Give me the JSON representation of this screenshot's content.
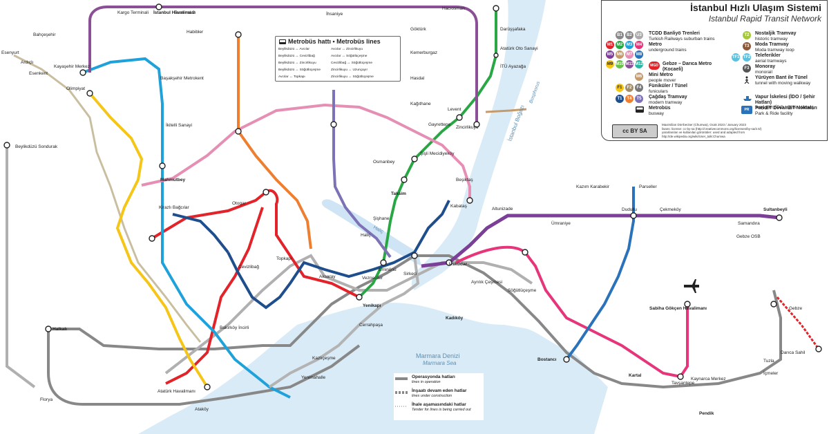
{
  "title": "İstanbul Hızlı Ulaşım Sistemi",
  "subtitle": "Istanbul Rapid Transit Network",
  "colors": {
    "M1": "#e3232a",
    "M2": "#29a745",
    "M3": "#1fa1da",
    "M4": "#e6357a",
    "M5": "#7b3f98",
    "M6": "#c49a6c",
    "M7": "#e58fb4",
    "M8": "#2a72b9",
    "M9": "#f5c518",
    "T1": "#1f4e8c",
    "T4": "#ee7f30",
    "T5": "#7d72b6",
    "metrobus": "#777777",
    "marmaray": "#555555",
    "tcdd": "#9b9b9b",
    "sea": "#d9ebf7",
    "golden_horn": "#cfe4f4"
  },
  "legend": {
    "items": [
      {
        "badges": [
          "B1",
          "B2",
          "U3"
        ],
        "label": "TCDD Banliyö Trenleri",
        "desc": "Turkish Railways suburban trains"
      },
      {
        "badges": [
          "M1",
          "M2",
          "M3",
          "M4",
          "M5",
          "M6",
          "M7",
          "M8",
          "M9",
          "M10",
          "M11",
          "M12"
        ],
        "label": "Metro",
        "desc": "underground trains"
      },
      {
        "badges": [
          "MGD"
        ],
        "label": "Gebze – Darıca Metro (Kocaeli)",
        "desc": ""
      },
      {
        "badges": [
          "M6"
        ],
        "label": "Mini Metro",
        "desc": "people mover"
      },
      {
        "badges": [
          "F1",
          "F2",
          "F4"
        ],
        "label": "Füniküler / Tünel",
        "desc": "funiculars"
      },
      {
        "badges": [
          "T1",
          "T4",
          "T5"
        ],
        "label": "Çağdaş Tramvay",
        "desc": "modern tramway"
      },
      {
        "badges": [
          "mb"
        ],
        "label": "Metrobüs",
        "desc": "busway"
      },
      {
        "badges": [
          "T2"
        ],
        "label": "Nostaljik Tramvay",
        "desc": "historic tramway"
      },
      {
        "badges": [
          "T3"
        ],
        "label": "Moda Tramvay",
        "desc": "Moda tramway loop"
      },
      {
        "badges": [
          "TF1",
          "TF2"
        ],
        "label": "Teleferikler",
        "desc": "aerial tramways"
      },
      {
        "badges": [
          "F3"
        ],
        "label": "Monoray",
        "desc": "monorail"
      },
      {
        "badges": [
          "walk"
        ],
        "label": "Yürüyen Bant ile Tünel",
        "desc": "tunnel with moving walkway"
      },
      {
        "badges": [
          "ferry"
        ],
        "label": "Vapur İskelesi (İDO / Şehir Hatları)",
        "desc": "ferry pier (İDO / Şehir Hatları)"
      },
      {
        "badges": [
          "PR"
        ],
        "label": "ParkET DevamET Noktaları",
        "desc": "Park & Ride facility"
      }
    ]
  },
  "license": "Maximilian Dörrbecker (Chumwa), Ocak 2023 / January 2023\nlisans: license: cc-by-sa (http://creativecommons.org/licenses/by-sa/2.5/)\nyararlanılan ve kullanılan görüntüler: used and adapted from\nhttp://de.wikipedia.org/wiki/User_talk:Chumwa",
  "metrobus_legend": {
    "title": "Metrobüs hattı • Metrobüs lines",
    "rows": [
      [
        "Beylikdüzü ↔ Avcılar",
        "Avcılar ↔ Zincirlikuyu"
      ],
      [
        "Beylikdüzü ↔ Cevizlibağ",
        "Avcılar ↔ Söğütlüçeşme"
      ],
      [
        "Beylikdüzü ↔ Zincirlikuyu",
        "Cevizlibağ ↔ Söğütlüçeşme"
      ],
      [
        "Beylikdüzü ↔ Söğütlüçeşme",
        "Zincirlikuyu ↔ Uzunçayır"
      ],
      [
        "Avcılar ↔ Topkapı",
        "Zincirlikuyu ↔ Söğütlüçeşme"
      ]
    ]
  },
  "bottom_legend": {
    "items": [
      {
        "label": "Operasyonda hatları",
        "desc": "lines in operation"
      },
      {
        "label": "İnşaatı devam eden hatlar",
        "desc": "lines under construction"
      },
      {
        "label": "İhale aşamasındaki hatlar",
        "desc": "Tender for lines is being carried out"
      }
    ]
  },
  "water_labels": {
    "sea": "Marmara Denizi",
    "sea_en": "Marmara Sea",
    "bosphorus": "İstanbul Boğazı",
    "bosphorus_en": "Bosphorus",
    "golden_horn": "Haliç"
  },
  "stations": {
    "airport": "İstanbul Havalimanı",
    "kargo": "Kargo Terminali",
    "terminal2": "Terminal 2",
    "ihsaniye": "İhsaniye",
    "hacıosman": "Hacıosman",
    "darussafaka": "Darüşşafaka",
    "ataturk_oto": "Atatürk Oto Sanayi",
    "itu": "İTÜ Ayazağa",
    "levent": "Levent",
    "gayrettepe": "Gayrettepe",
    "sisli": "Şişli Mecidiyeköy",
    "osmanbey": "Osmanbey",
    "taksim": "Taksim",
    "sishane": "Şişhane",
    "halic": "Haliç",
    "vezneciler": "Vezneciler",
    "yenikapi": "Yenikapı",
    "aksaray": "Aksaray",
    "kirazli": "Kirazlı Bağcılar",
    "otogar": "Otogar",
    "mahmutbey": "Mahmutbey",
    "kabatas": "Kabataş",
    "besiktas": "Beşiktaş",
    "uskudar": "Üsküdar",
    "ayrilik": "Ayrılık Çeşmesi",
    "kadikoy": "Kadıköy",
    "kartal": "Kartal",
    "pendik": "Pendik",
    "tavsantepe": "Tavşantepe",
    "sabiha": "Sabiha Gökçen Havalimanı",
    "kaynarca": "Kaynarca Merkez",
    "gebze": "Gebze OSB",
    "darica_sahil": "Darıca Sahil",
    "halkali": "Halkalı",
    "beylikduzu": "Beylikdüzü Sondurak",
    "atakoy": "Ataköy",
    "ataturk_hav": "Atatürk Havalimanı",
    "bakirkoy": "Bakırköy İncirli",
    "sultanbeyli": "Sultanbeyli",
    "dudullu": "Dudullu",
    "parseller": "Parseller",
    "bostanci": "Bostancı",
    "sogutlucesme": "Söğütlüçeşme",
    "zincirlikuyu": "Zincirlikuyu",
    "cevizlibag": "Cevizlibağ",
    "topkapi": "Topkapı",
    "eminonu": "Eminönü",
    "sirkeci": "Sirkeci",
    "kazlicesme": "Kazlıçeşme",
    "cerrahpasa": "Cerrahpaşa",
    "gebze_tcdd": "Gebze",
    "icmeler": "İçmeler",
    "tuzla": "Tuzla",
    "olimpiyat": "Olimpiyat",
    "kayasehir": "Kayaşehir Merkez",
    "basaksehir": "Başakşehir Metrokent",
    "ikitelli": "İkitelli Sanayi",
    "kagithane": "Kağıthane",
    "gokturk": "Göktürk",
    "kemerburgaz": "Kemerburgaz",
    "hasdal": "Hasdal",
    "kazim_karabekir": "Kazım Karabekir",
    "umraniye": "Ümraniye",
    "altunizade": "Altunizade",
    "cekmekoy": "Çekmeköy",
    "samandira": "Samandıra",
    "esenkent": "Esenkent",
    "ardicli": "Ardıçlı",
    "esenyurt": "Esenyurt",
    "florya": "Florya",
    "yenimahalle": "Yenimahalle",
    "habibler": "Habibler",
    "bahcesehir": "Bahçeşehir"
  }
}
